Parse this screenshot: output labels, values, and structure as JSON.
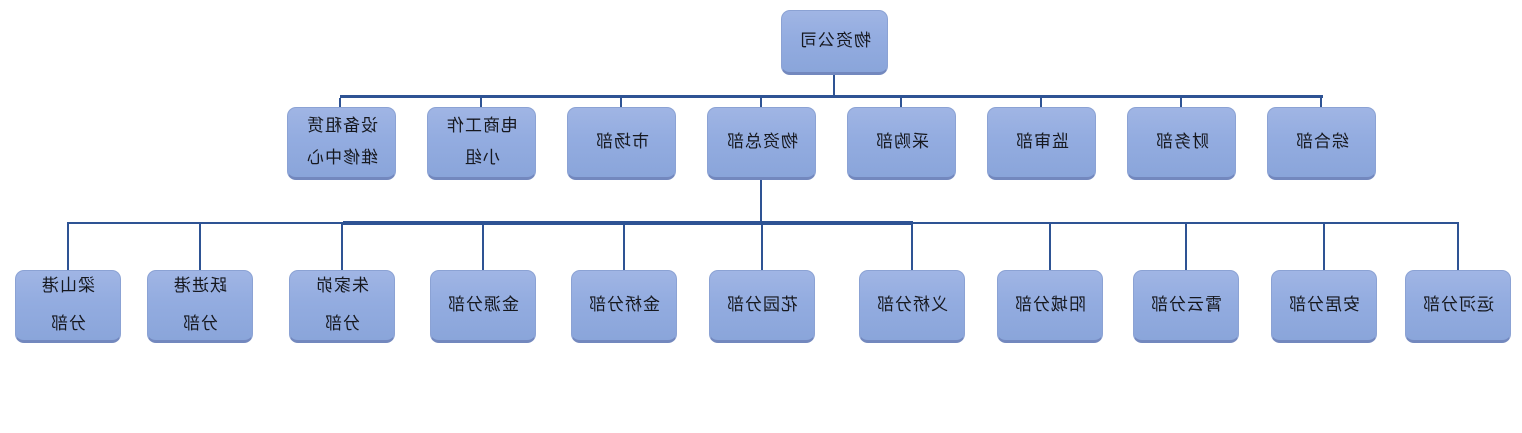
{
  "style": {
    "text_mirrored": true,
    "colors": {
      "node_fill_top": "#a0b5e4",
      "node_fill_bottom": "#8aa5da",
      "node_border": "#8ba2d4",
      "node_border_bottom": "#7388be",
      "connector": "#2e5394",
      "text": "#16181f",
      "background": "#ffffff"
    }
  },
  "org": {
    "root": {
      "label": "物资公司",
      "lines": [
        "物资公司"
      ]
    },
    "row2": [
      {
        "label": "设备租赁维修中心",
        "lines": [
          "设备租赁",
          "维修中心"
        ]
      },
      {
        "label": "电商工作小组",
        "lines": [
          "电商工作",
          "小组"
        ]
      },
      {
        "label": "市场部",
        "lines": [
          "市场部"
        ]
      },
      {
        "label": "物资总部",
        "lines": [
          "物资总部"
        ]
      },
      {
        "label": "采购部",
        "lines": [
          "采购部"
        ]
      },
      {
        "label": "监审部",
        "lines": [
          "监审部"
        ]
      },
      {
        "label": "财务部",
        "lines": [
          "财务部"
        ]
      },
      {
        "label": "综合部",
        "lines": [
          "综合部"
        ]
      }
    ],
    "row3": [
      {
        "label": "梁山港分部",
        "lines": [
          "梁山港",
          "分部"
        ]
      },
      {
        "label": "跃进港分部",
        "lines": [
          "跃进港",
          "分部"
        ]
      },
      {
        "label": "朱家峁分部",
        "lines": [
          "朱家峁",
          "分部"
        ]
      },
      {
        "label": "金源分部",
        "lines": [
          "金源分部"
        ]
      },
      {
        "label": "金桥分部",
        "lines": [
          "金桥分部"
        ]
      },
      {
        "label": "花园分部",
        "lines": [
          "花园分部"
        ]
      },
      {
        "label": "义桥分部",
        "lines": [
          "义桥分部"
        ]
      },
      {
        "label": "阳城分部",
        "lines": [
          "阳城分部"
        ]
      },
      {
        "label": "霄云分部",
        "lines": [
          "霄云分部"
        ]
      },
      {
        "label": "安居分部",
        "lines": [
          "安居分部"
        ]
      },
      {
        "label": "运河分部",
        "lines": [
          "运河分部"
        ]
      }
    ]
  }
}
